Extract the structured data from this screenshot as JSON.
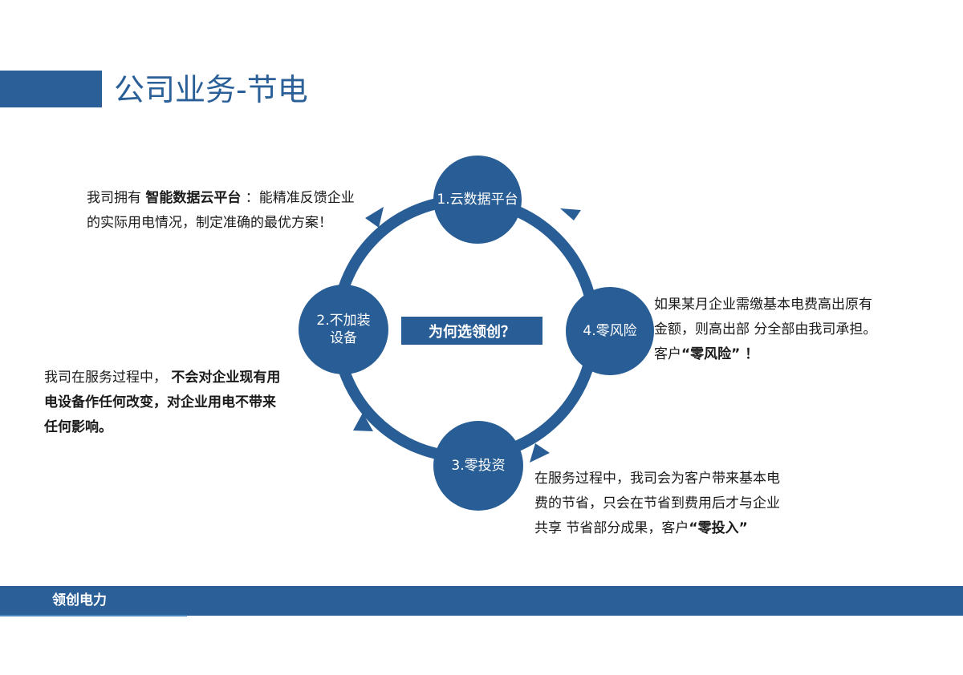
{
  "header": {
    "title": "公司业务-节电"
  },
  "diagram": {
    "center_label": "为何选领创？",
    "nodes": [
      {
        "label": "1.云数据平台"
      },
      {
        "label_line1": "2.不加装",
        "label_line2": "设备"
      },
      {
        "label": "3.零投资"
      },
      {
        "label": "4.零风险"
      }
    ]
  },
  "texts": {
    "p1": {
      "a": "我司拥有 ",
      "b": "智能数据云平台",
      "c": " ：能精准反馈企业",
      "line2": "的实际用电情况，制定准确的最优方案！"
    },
    "p2": {
      "a": "我司在服务过程中，  ",
      "b": "不会对企业现有用",
      "line2": "电设备作任何改变，对企业用电不带来",
      "line3": "任何影响。"
    },
    "p3": {
      "line1": "在服务过程中，我司会为客户带来基本电",
      "line2": "费的节省，只会在节省到费用后才与企业",
      "line3a": "共享 节省部分成果，客户",
      "line3b": "“零投入”"
    },
    "p4": {
      "line1": "如果某月企业需缴基本电费高出原有",
      "line2": "金额，则高出部 分全部由我司承担。",
      "line3a": "客户",
      "line3b": "“零风险”  ！"
    }
  },
  "footer": {
    "brand": "领创电力"
  },
  "colors": {
    "primary": "#2a5f98",
    "node": "#285d95"
  }
}
